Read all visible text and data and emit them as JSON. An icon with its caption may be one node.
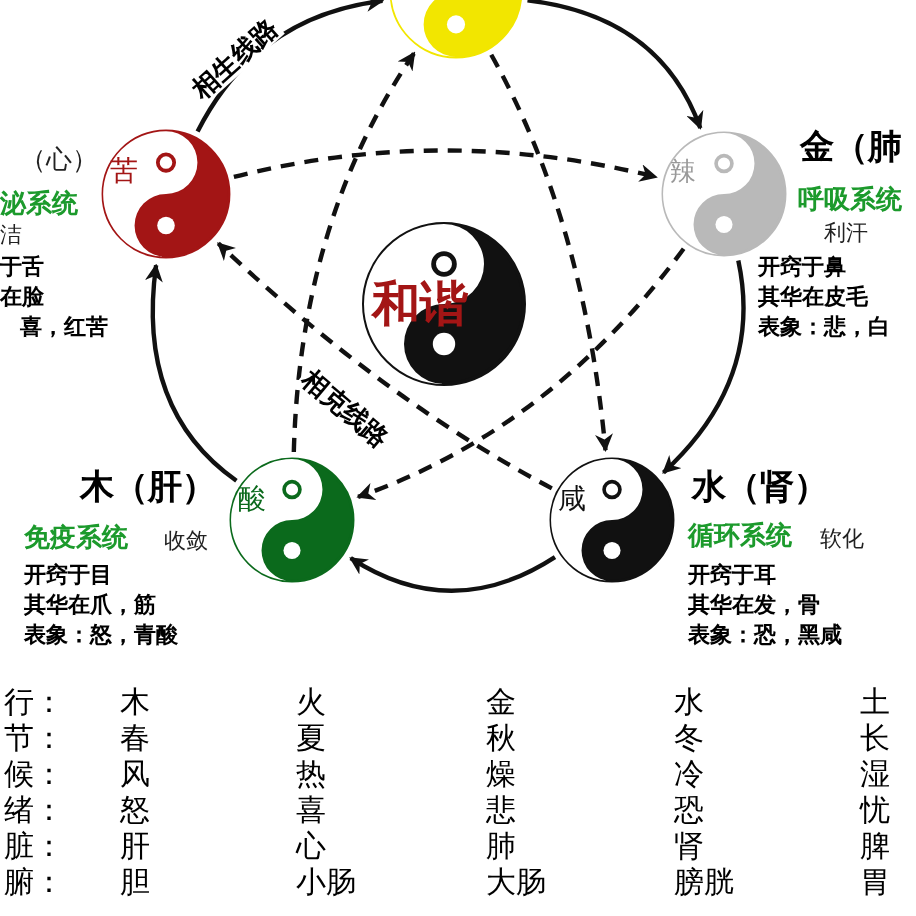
{
  "diagram": {
    "nodes": [
      {
        "text": [],
        "shape": "circle"
      },
      {
        "text": [
          "苦"
        ],
        "beside": [
          "（心）",
          "泌系统",
          "洁",
          "于舌",
          "在脸",
          "喜，红苦"
        ]
      },
      {
        "text": [
          "辣"
        ],
        "beside": [
          "金（肺",
          "呼吸系统",
          "利汗",
          "开窍于鼻",
          "其华在皮毛",
          "表象：悲，白"
        ]
      },
      {
        "text": [
          "和谐"
        ]
      },
      {
        "text": [
          "酸"
        ],
        "beside": [
          "木（肝）",
          "免疫系统",
          "收敛",
          "开窍于目",
          "其华在爪，筋",
          "表象：怒，青酸"
        ]
      },
      {
        "text": [
          "咸"
        ],
        "beside": [
          "水（肾）",
          "循环系统",
          "软化",
          "开窍于耳",
          "其华在发，骨",
          "表象：恐，黑咸"
        ]
      }
    ],
    "edges": [
      {
        "from": 1,
        "to": 0,
        "arrow": "to",
        "label": "相生线路"
      },
      {
        "from": 0,
        "to": 2,
        "arrow": "to"
      },
      {
        "from": 2,
        "to": 5,
        "arrow": "to"
      },
      {
        "from": 5,
        "to": 4,
        "arrow": "to"
      },
      {
        "from": 4,
        "to": 1,
        "arrow": "to"
      },
      {
        "from": 1,
        "to": 2,
        "arrow": "to",
        "style": "dashed"
      },
      {
        "from": 2,
        "to": 4,
        "arrow": "to",
        "style": "dashed"
      },
      {
        "from": 4,
        "to": 0,
        "arrow": "to",
        "style": "dashed"
      },
      {
        "from": 0,
        "to": 5,
        "arrow": "to",
        "style": "dashed"
      },
      {
        "from": 5,
        "to": 1,
        "arrow": "to",
        "style": "dashed",
        "label": "相克线路"
      }
    ],
    "labels": [
      "行：",
      "木",
      "火",
      "金",
      "水",
      "土",
      "节：",
      "春",
      "夏",
      "秋",
      "冬",
      "长",
      "候：",
      "风",
      "热",
      "燥",
      "冷",
      "湿",
      "绪：",
      "怒",
      "喜",
      "悲",
      "恐",
      "忧",
      "脏：",
      "肝",
      "心",
      "肺",
      "肾",
      "脾",
      "腑：",
      "胆",
      "小肠",
      "大肠",
      "膀胱",
      "胃"
    ]
  }
}
